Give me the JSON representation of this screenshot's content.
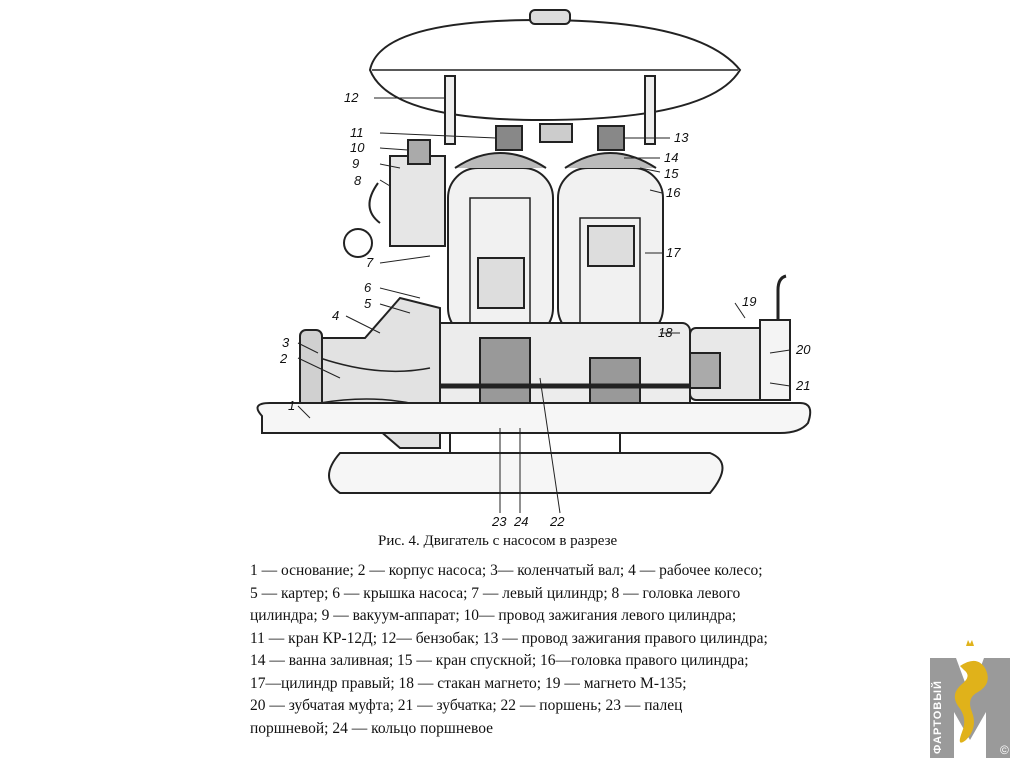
{
  "figure": {
    "callouts": {
      "n1": "1",
      "n2": "2",
      "n3": "3",
      "n4": "4",
      "n5": "5",
      "n6": "6",
      "n7": "7",
      "n8": "8",
      "n9": "9",
      "n10": "10",
      "n11": "11",
      "n12": "12",
      "n13": "13",
      "n14": "14",
      "n15": "15",
      "n16": "16",
      "n17": "17",
      "n18": "18",
      "n19": "19",
      "n20": "20",
      "n21": "21",
      "n22": "22",
      "n23": "23",
      "n24": "24"
    }
  },
  "caption": "Рис. 4. Двигатель с насосом в разрезе",
  "legend": {
    "lines": [
      "1 — основание; 2 — корпус насоса; 3— коленчатый вал; 4 — рабочее колесо;",
      "5 — картер; 6 — крышка насоса; 7 — левый цилиндр; 8 — головка левого",
      "цилиндра; 9 — вакуум-аппарат; 10— провод зажигания левого цилиндра;",
      "11 — кран КР-12Д; 12— бензобак; 13 — провод зажигания правого цилиндра;",
      "14 — ванна заливная; 15 — кран спускной; 16—головка правого цилиндра;",
      "17—цилиндр правый; 18 — стакан магнето; 19 — магнето М-135;",
      "20 — зубчатая муфта; 21 — зубчатка; 22 — поршень; 23 — палец",
      "поршневой; 24 — кольцо поршневое"
    ]
  },
  "watermark": {
    "text": "ФАРТОВЫЙ",
    "copyright": "©",
    "colors": {
      "panel": "#9a9a9a",
      "gold": "#e0b21a",
      "text": "#ffffff"
    }
  }
}
